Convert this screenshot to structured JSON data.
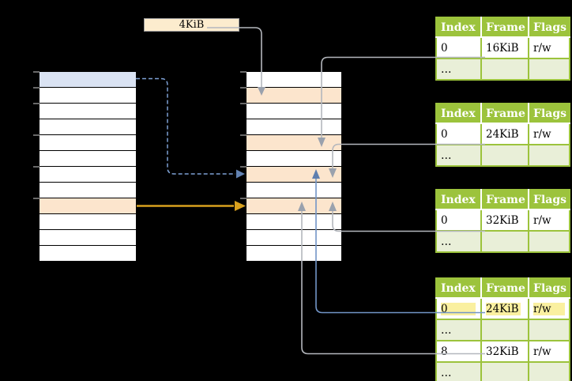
{
  "frame_size_label": "4KiB",
  "virtual_memory": {
    "rows": 12,
    "blue_row_index": 0,
    "orange_row_index": 8,
    "tick_count": 6
  },
  "physical_memory": {
    "rows": 12,
    "orange_row_indices": [
      1,
      4,
      6,
      8
    ],
    "tick_count": 6
  },
  "page_tables": [
    {
      "headers": [
        "Index",
        "Frame",
        "Flags"
      ],
      "rows": [
        [
          "0",
          "16KiB",
          "r/w"
        ],
        [
          "…",
          "",
          ""
        ]
      ]
    },
    {
      "headers": [
        "Index",
        "Frame",
        "Flags"
      ],
      "rows": [
        [
          "0",
          "24KiB",
          "r/w"
        ],
        [
          "…",
          "",
          ""
        ]
      ]
    },
    {
      "headers": [
        "Index",
        "Frame",
        "Flags"
      ],
      "rows": [
        [
          "0",
          "32KiB",
          "r/w"
        ],
        [
          "…",
          "",
          ""
        ]
      ]
    },
    {
      "headers": [
        "Index",
        "Frame",
        "Flags"
      ],
      "rows": [
        [
          "0",
          "24KiB",
          "r/w"
        ],
        [
          "…",
          "",
          ""
        ],
        [
          "8",
          "32KiB",
          "r/w"
        ],
        [
          "…",
          "",
          ""
        ]
      ],
      "highlighted_row_index": 0
    }
  ],
  "colors": {
    "background": "#000000",
    "green-header": "#9cc33c",
    "green-light": "#e9efd8",
    "orange-row": "#fce5cd",
    "blue-row": "#dae3f3",
    "tan-box": "#fcecce",
    "highlight-yellow": "#faf0a0",
    "gray-arrow": "#b4b7bd",
    "gray-arrow-head": "#9aa1ad",
    "blue-arrow": "#7295c7",
    "blue-arrow-head": "#5f7fae",
    "dashed-blue": "#7da0d4",
    "dashed-blue-head": "#6383b3",
    "gold-arrow": "#d8a01d",
    "tick-gray": "#8c8c8c"
  }
}
